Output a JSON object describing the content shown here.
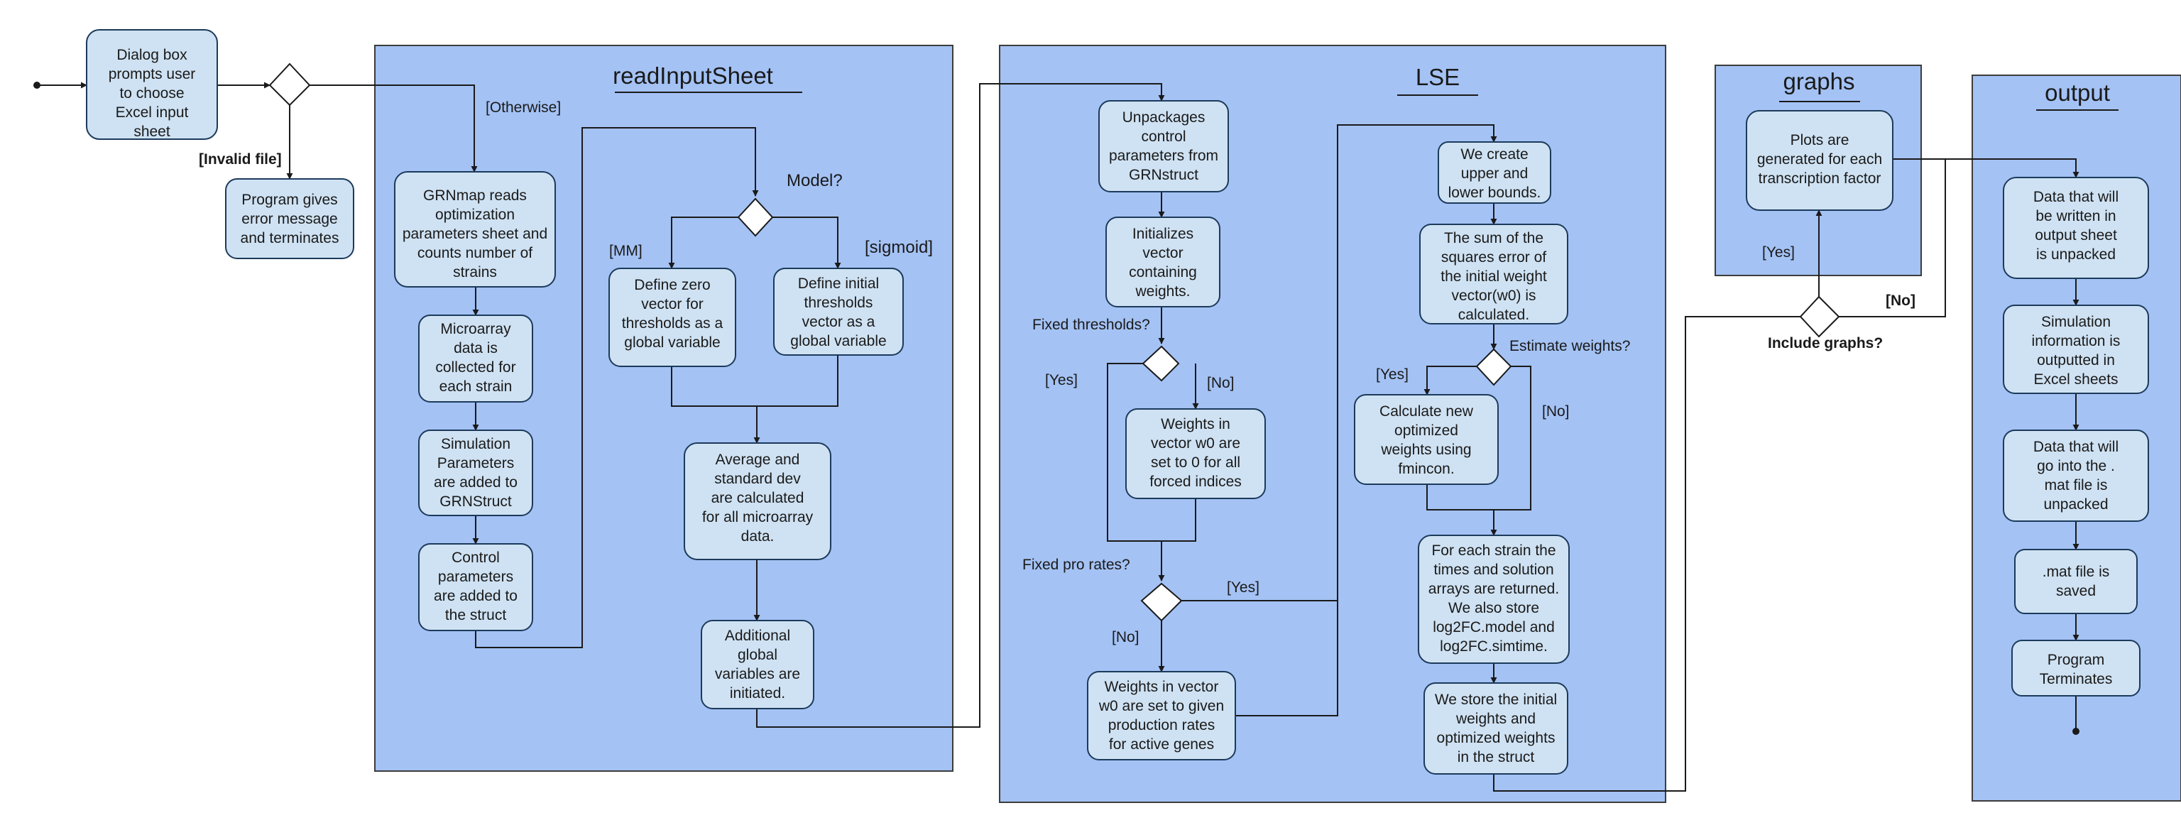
{
  "lanes": {
    "readInputSheet": "readInputSheet",
    "lse": "LSE",
    "graphs": "graphs",
    "output": "output"
  },
  "nodes": {
    "dialog": [
      "Dialog box",
      "prompts user",
      "to choose",
      "Excel input",
      "sheet"
    ],
    "error": [
      "Program gives",
      "error message",
      "and terminates"
    ],
    "grnmap_reads": [
      "GRNmap reads",
      "optimization",
      "parameters sheet and",
      "counts number of",
      "strains"
    ],
    "microarray": [
      "Microarray",
      "data is",
      "collected for",
      "each strain"
    ],
    "simulation_params": [
      "Simulation",
      "Parameters",
      "are added to",
      "GRNStruct"
    ],
    "control_params": [
      "Control",
      "parameters",
      "are added to",
      "the struct"
    ],
    "zero_vector": [
      "Define zero",
      "vector for",
      "thresholds as a",
      "global variable"
    ],
    "initial_thresholds": [
      "Define initial",
      "thresholds",
      "vector as a",
      "global variable"
    ],
    "average": [
      "Average and",
      "standard dev",
      "are calculated",
      "for all microarray",
      "data."
    ],
    "additional": [
      "Additional",
      "global",
      "variables are",
      "initiated."
    ],
    "unpackages": [
      "Unpackages",
      "control",
      "parameters from",
      "GRNstruct"
    ],
    "initializes": [
      "Initializes",
      "vector",
      "containing",
      "weights."
    ],
    "weights_zero": [
      "Weights in",
      "vector w0 are",
      "set to 0 for all",
      "forced indices"
    ],
    "weights_prod": [
      "Weights in vector",
      "w0 are set to given",
      "production rates",
      "for active genes"
    ],
    "bounds": [
      "We create",
      "upper and",
      "lower bounds."
    ],
    "sum_squares": [
      "The sum of the",
      "squares error of",
      "the initial weight",
      "vector(w0) is",
      "calculated."
    ],
    "fmincon": [
      "Calculate new",
      "optimized",
      "weights using",
      "fmincon."
    ],
    "each_strain": [
      "For each strain the",
      "times and solution",
      "arrays are returned.",
      "We also store",
      "log2FC.model and",
      "log2FC.simtime."
    ],
    "store_weights": [
      "We store the initial",
      "weights and",
      "optimized weights",
      "in the struct"
    ],
    "plots": [
      "Plots are",
      "generated for each",
      "transcription factor"
    ],
    "data_output": [
      "Data that will",
      "be written in",
      "output sheet",
      "is unpacked"
    ],
    "sim_info": [
      "Simulation",
      "information is",
      "outputted in",
      "Excel sheets"
    ],
    "data_mat": [
      "Data that will",
      "go into the .",
      "mat file is",
      "unpacked"
    ],
    "mat_saved": [
      ".mat file is",
      "saved"
    ],
    "terminates": [
      "Program",
      "Terminates"
    ]
  },
  "labels": {
    "invalid_file": "[Invalid file]",
    "otherwise": "[Otherwise]",
    "model": "Model?",
    "mm": "[MM]",
    "sigmoid": "[sigmoid]",
    "fixed_thresholds": "Fixed thresholds?",
    "yes_thr": "[Yes]",
    "no_thr": "[No]",
    "fixed_pro": "Fixed pro rates?",
    "yes_pro": "[Yes]",
    "no_pro": "[No]",
    "estimate_weights": "Estimate weights?",
    "yes_est": "[Yes]",
    "no_est": "[No]",
    "yes_graphs": "[Yes]",
    "no_graphs": "[No]",
    "include_graphs": "Include graphs?"
  }
}
